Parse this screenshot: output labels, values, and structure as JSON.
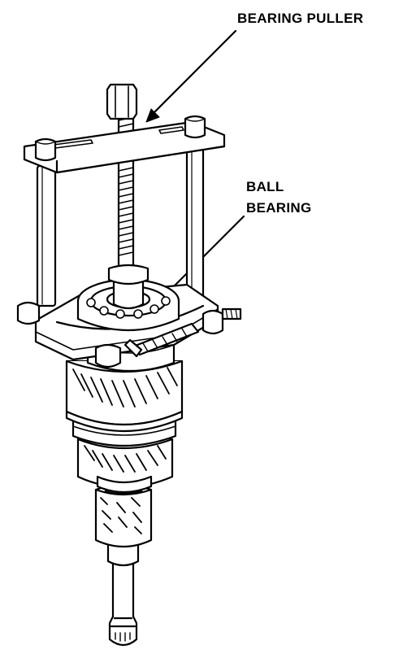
{
  "labels": {
    "bearing_puller": "BEARING PULLER",
    "ball": "BALL",
    "bearing": "BEARING"
  },
  "colors": {
    "ink": "#000000",
    "paper": "#ffffff"
  }
}
